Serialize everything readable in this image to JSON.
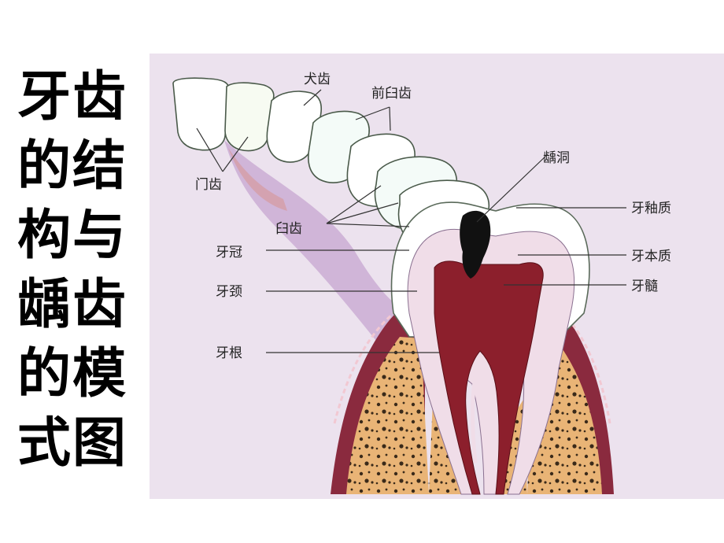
{
  "title": "牙齿的结构与龋齿的模式图",
  "labels": {
    "canine": "犬齿",
    "premolar": "前臼齿",
    "incisor": "门齿",
    "caries": "龋洞",
    "molar": "臼齿",
    "enamel": "牙釉质",
    "crown": "牙冠",
    "dentin": "牙本质",
    "neck": "牙颈",
    "pulp": "牙髓",
    "root": "牙根"
  },
  "colors": {
    "background": "#ece2ee",
    "gum": "#8a2a3e",
    "bone": "#e9b476",
    "enamel": "#ffffff",
    "dentin": "#f0dde8",
    "pulp": "#8c1f2c",
    "cavity": "#111111"
  }
}
